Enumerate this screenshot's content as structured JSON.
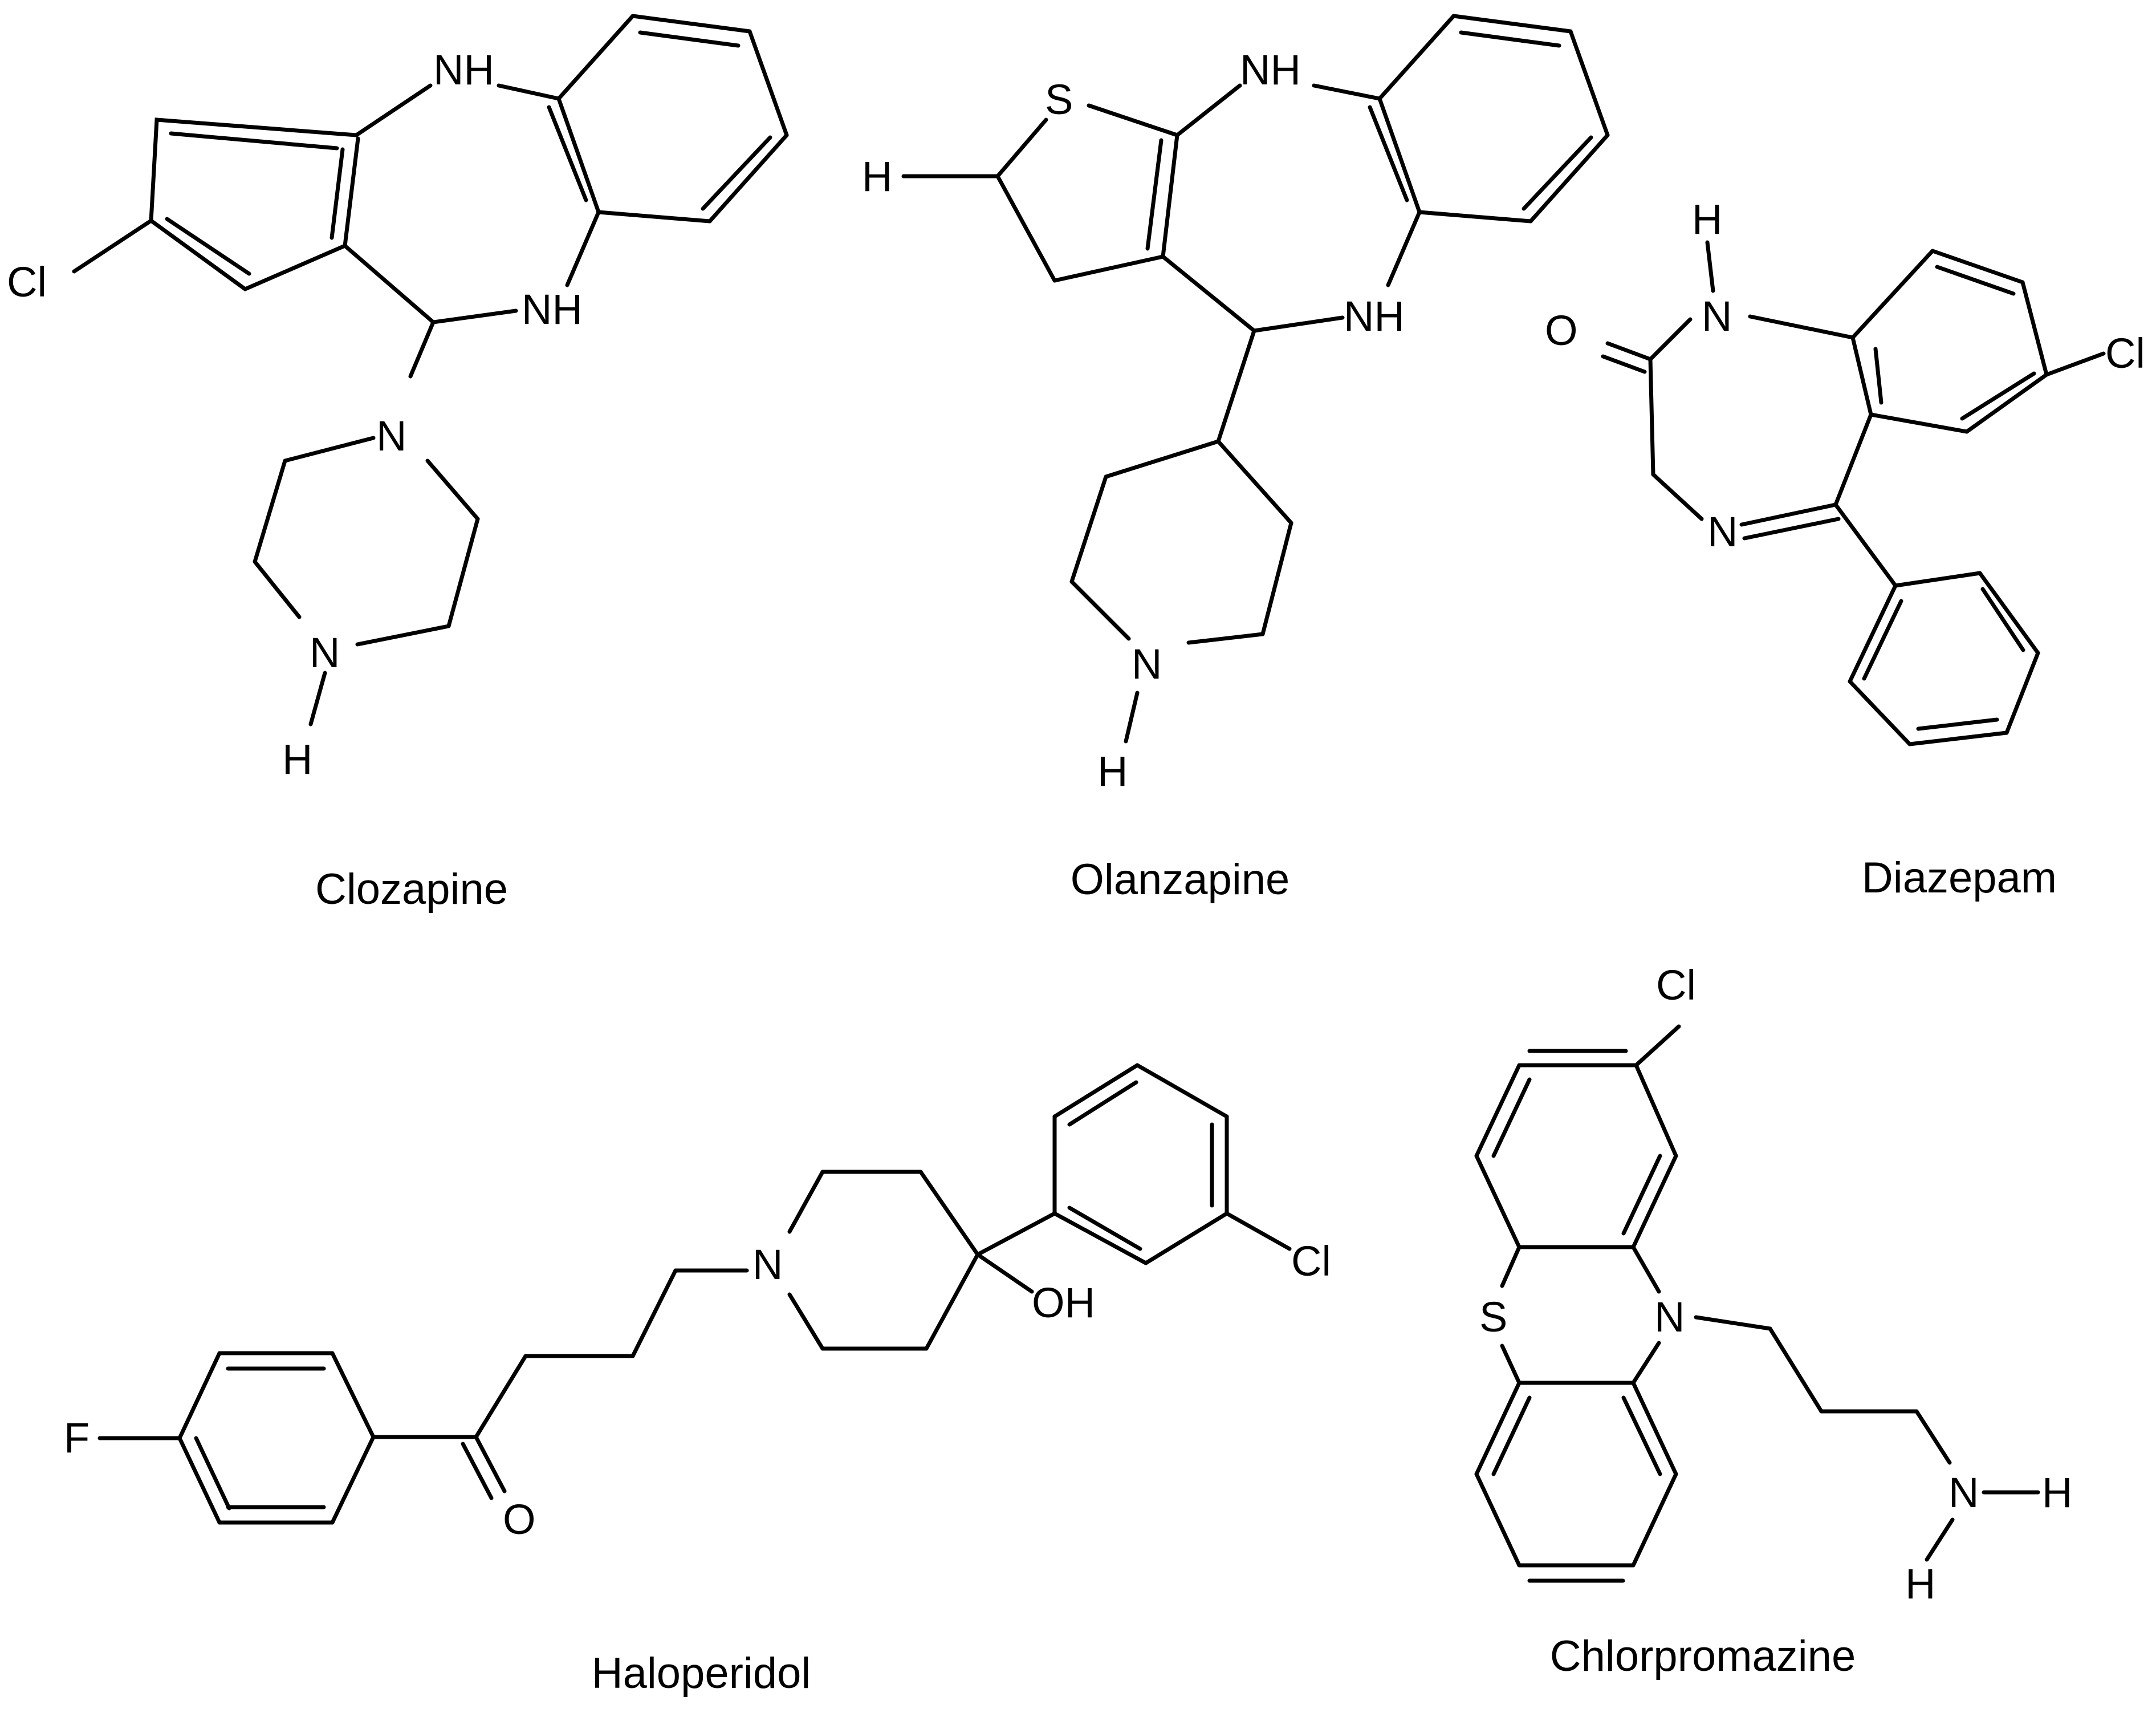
{
  "figure": {
    "background": "#ffffff",
    "ink": "#000000"
  },
  "molecules": {
    "clozapine": {
      "name": "Clozapine",
      "atoms": {
        "nh_top": "NH",
        "nh_mid": "NH",
        "cl": "Cl",
        "n_pip": "N",
        "n_ring": "N",
        "h": "H"
      }
    },
    "olanzapine": {
      "name": "Olanzapine",
      "atoms": {
        "s": "S",
        "h_left": "H",
        "nh_top": "NH",
        "nh_mid": "NH",
        "n_ring": "N",
        "h": "H"
      }
    },
    "diazepam": {
      "name": "Diazepam",
      "atoms": {
        "h": "H",
        "n1": "N",
        "o": "O",
        "cl": "Cl",
        "n4": "N"
      }
    },
    "haloperidol": {
      "name": "Haloperidol",
      "atoms": {
        "f": "F",
        "o": "O",
        "n": "N",
        "oh": "OH",
        "cl": "Cl"
      }
    },
    "chlorpromazine": {
      "name": "Chlorpromazine",
      "atoms": {
        "cl": "Cl",
        "s": "S",
        "n": "N",
        "n_amine": "N",
        "h_right": "H",
        "h_bottom": "H"
      }
    }
  }
}
